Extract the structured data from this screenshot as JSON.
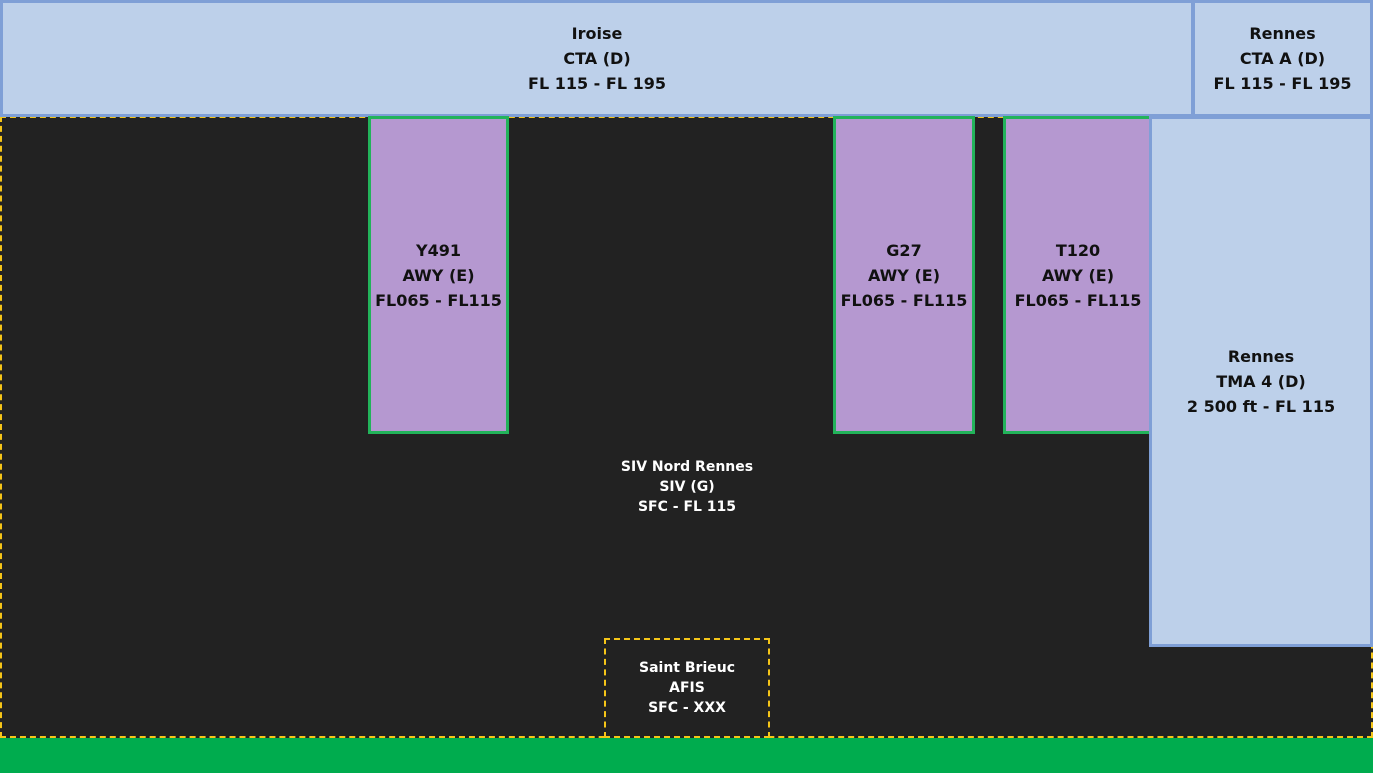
{
  "iroise": {
    "name": "Iroise",
    "class": "CTA (D)",
    "levels": "FL 115 - FL 195"
  },
  "rennes_cta": {
    "name": "Rennes",
    "class": "CTA A (D)",
    "levels": "FL 115 - FL 195"
  },
  "siv": {
    "name": "SIV Nord Rennes",
    "class": "SIV (G)",
    "levels": "SFC - FL 115"
  },
  "y491": {
    "name": "Y491",
    "class": "AWY (E)",
    "levels": "FL065 - FL115"
  },
  "g27": {
    "name": "G27",
    "class": "AWY (E)",
    "levels": "FL065 - FL115"
  },
  "t120": {
    "name": "T120",
    "class": "AWY (E)",
    "levels": "FL065 - FL115"
  },
  "rennes_tma": {
    "name": "Rennes",
    "class": "TMA 4 (D)",
    "levels": "2 500 ft - FL 115"
  },
  "saint_brieuc": {
    "name": "Saint Brieuc",
    "class": "AFIS",
    "levels": "SFC - XXX"
  },
  "colors": {
    "background": "#222222",
    "cta_fill": "#bdd0ea",
    "cta_border": "#7f9fd6",
    "awy_fill": "#b598d0",
    "awy_border": "#22b35a",
    "dashed_border": "#f5c518",
    "ground": "#00ac4e"
  }
}
